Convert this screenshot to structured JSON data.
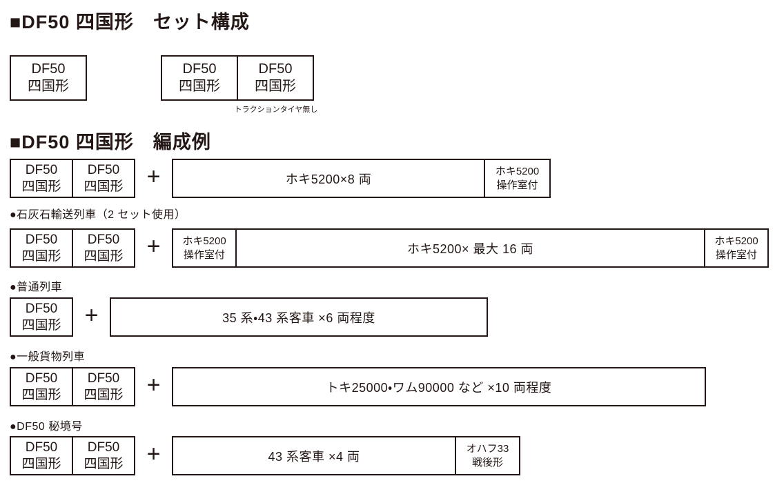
{
  "colors": {
    "ink": "#231815",
    "bg": "#ffffff"
  },
  "set_section": {
    "title": "■DF50 四国形　セット構成",
    "single_box": {
      "line1": "DF50",
      "line2": "四国形"
    },
    "pair_box_left": {
      "line1": "DF50",
      "line2": "四国形"
    },
    "pair_box_right": {
      "line1": "DF50",
      "line2": "四国形"
    },
    "pair_note": "トラクションタイヤ無し"
  },
  "formation_section": {
    "title": "■DF50 四国形　編成例",
    "plus": "+",
    "rows": [
      {
        "label": "",
        "locos": [
          {
            "line1": "DF50",
            "line2": "四国形"
          },
          {
            "line1": "DF50",
            "line2": "四国形"
          }
        ],
        "cars": [
          {
            "text": "ホキ5200×8 両"
          },
          {
            "line1": "ホキ5200",
            "line2": "操作室付"
          }
        ]
      },
      {
        "label": "●石灰石輸送列車（2 セット使用）",
        "locos": [
          {
            "line1": "DF50",
            "line2": "四国形"
          },
          {
            "line1": "DF50",
            "line2": "四国形"
          }
        ],
        "cars": [
          {
            "line1": "ホキ5200",
            "line2": "操作室付"
          },
          {
            "text": "ホキ5200× 最大 16 両"
          },
          {
            "line1": "ホキ5200",
            "line2": "操作室付"
          }
        ]
      },
      {
        "label": "●普通列車",
        "locos": [
          {
            "line1": "DF50",
            "line2": "四国形"
          }
        ],
        "cars": [
          {
            "text": "35 系・43 系客車 ×6 両程度"
          }
        ]
      },
      {
        "label": "●一般貨物列車",
        "locos": [
          {
            "line1": "DF50",
            "line2": "四国形"
          },
          {
            "line1": "DF50",
            "line2": "四国形"
          }
        ],
        "cars": [
          {
            "text": "トキ25000・ワム90000 など ×10 両程度"
          }
        ]
      },
      {
        "label": "●DF50 秘境号",
        "locos": [
          {
            "line1": "DF50",
            "line2": "四国形"
          },
          {
            "line1": "DF50",
            "line2": "四国形"
          }
        ],
        "cars": [
          {
            "text": "43 系客車 ×4 両"
          },
          {
            "line1": "オハフ33",
            "line2": "戦後形"
          }
        ]
      }
    ]
  }
}
